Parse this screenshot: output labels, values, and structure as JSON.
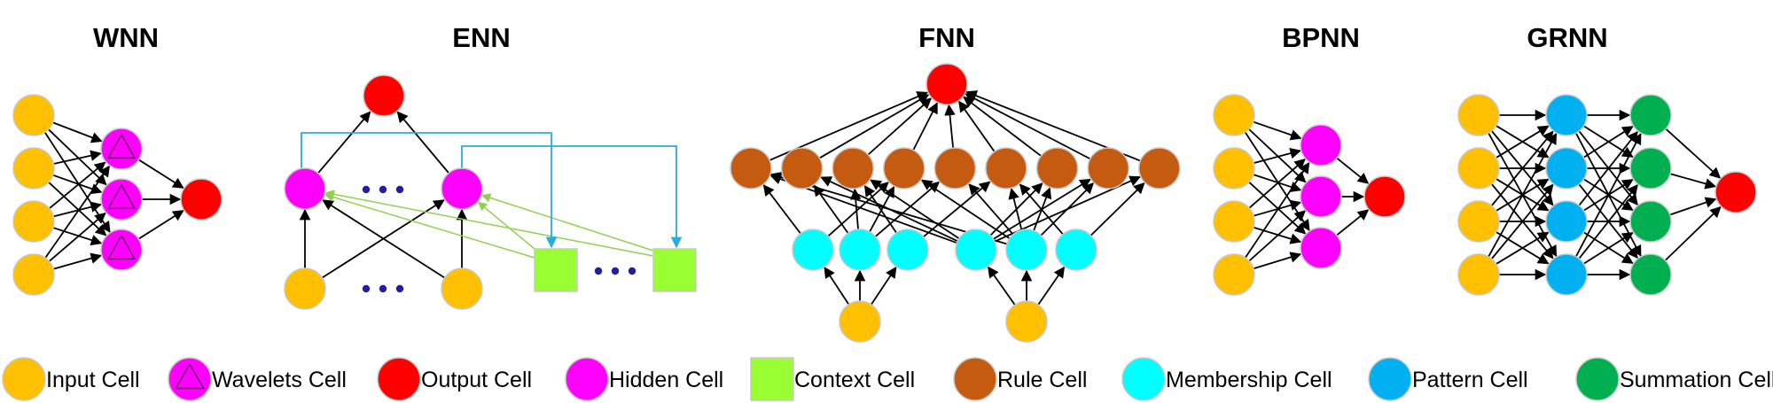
{
  "titles": {
    "wnn": "WNN",
    "enn": "ENN",
    "fnn": "FNN",
    "bpnn": "BPNN",
    "grnn": "GRNN"
  },
  "ellipsis": "• • •",
  "legend": [
    {
      "key": "input",
      "label": "Input Cell",
      "shape": "circle",
      "color": "#FFC000"
    },
    {
      "key": "wavelets",
      "label": "Wavelets Cell",
      "shape": "circle-triangle",
      "color": "#FF00FF"
    },
    {
      "key": "output",
      "label": "Output Cell",
      "shape": "circle",
      "color": "#FF0000"
    },
    {
      "key": "hidden",
      "label": "Hidden Cell",
      "shape": "circle",
      "color": "#FF00FF"
    },
    {
      "key": "context",
      "label": "Context Cell",
      "shape": "square",
      "color": "#99FF33"
    },
    {
      "key": "rule",
      "label": "Rule Cell",
      "shape": "circle",
      "color": "#C55A11"
    },
    {
      "key": "membership",
      "label": "Membership Cell",
      "shape": "circle",
      "color": "#00FFFF"
    },
    {
      "key": "pattern",
      "label": "Pattern Cell",
      "shape": "circle",
      "color": "#00B0F0"
    },
    {
      "key": "summation",
      "label": "Summation Cell",
      "shape": "circle",
      "color": "#00B050"
    }
  ],
  "colors": {
    "edge": "#000000",
    "context_link": "#29ABE2",
    "feedback_link": "#92D050",
    "dots": "#1F1F9F",
    "node_stroke": "#C8C8C8"
  }
}
